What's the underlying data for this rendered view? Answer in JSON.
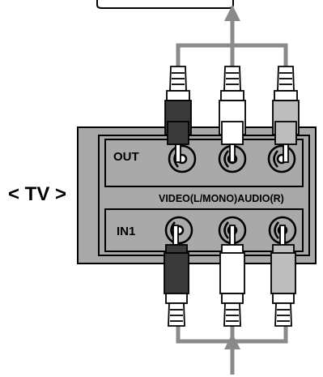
{
  "labels": {
    "device": "< TV >",
    "out": "OUT",
    "in": "IN1",
    "channels": "VIDEO(L/MONO)AUDIO(R)"
  },
  "colors": {
    "panel": "#a9a9a9",
    "panel_border": "#000000",
    "cable": "#8a8a8a",
    "plug_black": "#3a3a3a",
    "plug_white": "#ffffff",
    "plug_gray": "#bdbdbd"
  },
  "jacks": [
    "video",
    "audio-l",
    "audio-r"
  ]
}
